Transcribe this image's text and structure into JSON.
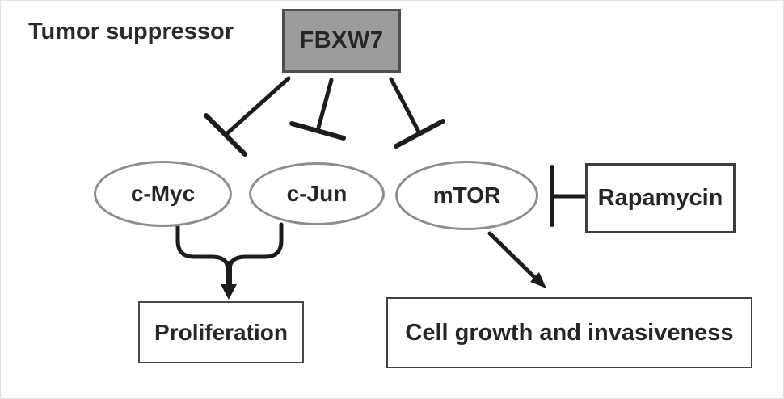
{
  "diagram": {
    "label_tumor_suppressor": "Tumor suppressor",
    "nodes": {
      "fbxw7": {
        "label": "FBXW7"
      },
      "cmyc": {
        "label": "c-Myc"
      },
      "cjun": {
        "label": "c-Jun"
      },
      "mtor": {
        "label": "mTOR"
      },
      "rapamycin": {
        "label": "Rapamycin"
      },
      "proliferation": {
        "label": "Proliferation"
      },
      "cell_growth": {
        "label": "Cell growth and invasiveness"
      }
    },
    "relations": {
      "fbxw7_cmyc": "inhibits",
      "fbxw7_cjun": "inhibits",
      "fbxw7_mtor": "inhibits",
      "rapamycin_mtor": "inhibits",
      "cmyc_cjun_proliferation": "promote",
      "mtor_cell_growth": "promotes"
    },
    "colors": {
      "fbxw7_fill": "#9c9c9c",
      "line": "#1c1c1c",
      "ellipse_border": "#8d8d8d",
      "box_border": "#3d3d3d",
      "text": "#262626"
    }
  }
}
